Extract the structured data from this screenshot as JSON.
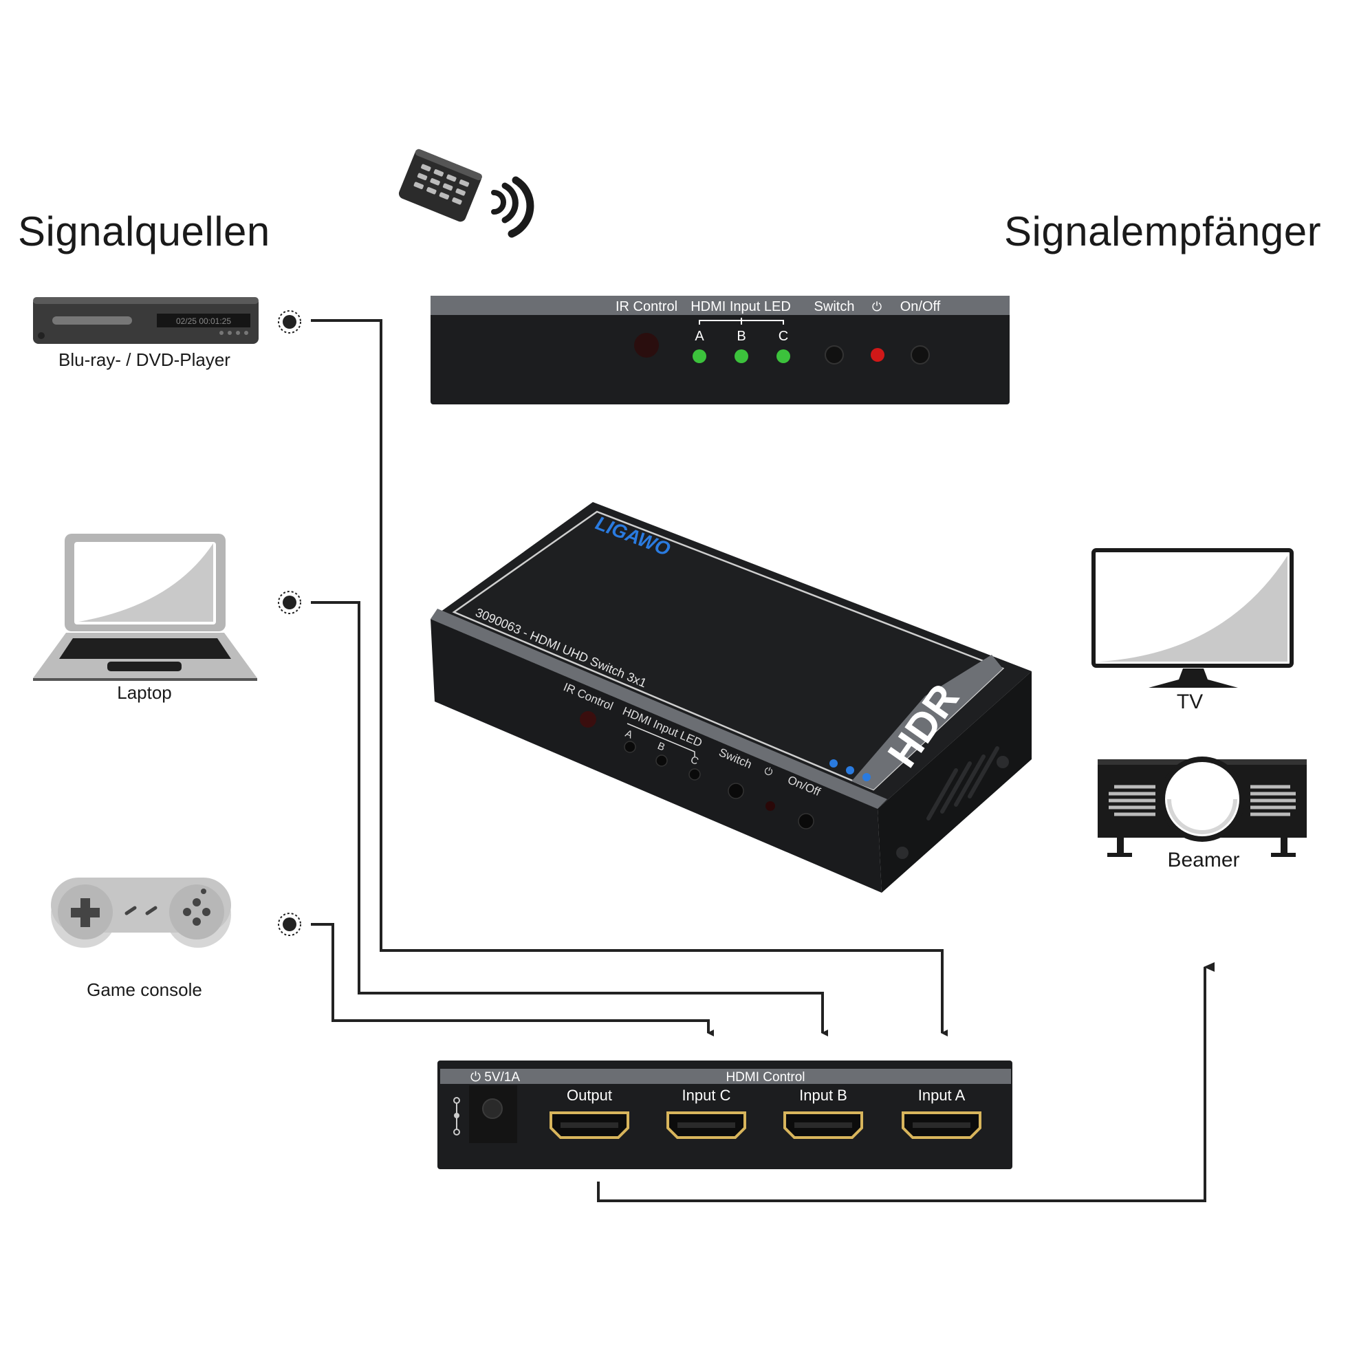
{
  "headings": {
    "sources": "Signalquellen",
    "receivers": "Signalempfänger"
  },
  "sources": [
    {
      "label": "Blu-ray- / DVD-Player",
      "display": "02/25  00:01:25",
      "icon": "dvd-player-icon"
    },
    {
      "label": "Laptop",
      "icon": "laptop-icon"
    },
    {
      "label": "Game console",
      "icon": "gamepad-icon"
    }
  ],
  "receivers": [
    {
      "label": "TV",
      "icon": "tv-icon"
    },
    {
      "label": "Beamer",
      "icon": "projector-icon"
    }
  ],
  "front_panel": {
    "ir_control": "IR Control",
    "hdmi_input_led": "HDMI Input LED",
    "switch": "Switch",
    "power_symbol": "⏻",
    "on_off": "On/Off",
    "led_letters": [
      "A",
      "B",
      "C"
    ]
  },
  "device": {
    "brand": "LIGAWO",
    "model": "3090063 - HDMI UHD Switch 3x1",
    "badge": "HDR",
    "ir_control": "IR Control",
    "hdmi_input_led": "HDMI Input LED",
    "switch": "Switch",
    "power_symbol": "⏻",
    "on_off": "On/Off",
    "led_letters": [
      "A",
      "B",
      "C"
    ]
  },
  "rear_panel": {
    "power": "⏻ 5V/1A",
    "hdmi_control": "HDMI  Control",
    "ports": [
      "Output",
      "Input C",
      "Input B",
      "Input A"
    ]
  },
  "colors": {
    "device_body": "#1c1d1f",
    "device_top_strip": "#6b6e73",
    "led_green": "#3cc23c",
    "led_red": "#d01818",
    "hdmi_gold": "#d8b55c",
    "brand_blue": "#2a7be0",
    "icon_gray": "#c8c8c8"
  }
}
